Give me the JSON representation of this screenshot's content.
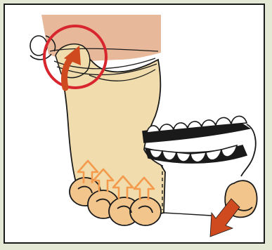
{
  "figure": {
    "subject": "jaw-joint-manual-therapy-illustration",
    "icons": [
      "skull-bone-patch",
      "jaw-joint-circle-marker",
      "condyle-upward-arrow",
      "mandible-bone",
      "upper-teeth-row",
      "lower-teeth-row",
      "left-hand-fingers",
      "finger-upward-arrows",
      "right-hand-thumb",
      "downward-pressure-arrow"
    ],
    "colors": {
      "page_background": "#e3e9d4",
      "frame_border": "#1a1a1a",
      "skull_patch": "#e8b89a",
      "bone_fill": "#f0dcac",
      "finger_fill": "#f2c58d",
      "joint_circle": "#d8262f",
      "arrow_red": "#cf4a1e",
      "arrow_orange": "#f39a4c",
      "outline": "#1a1a1a"
    }
  }
}
